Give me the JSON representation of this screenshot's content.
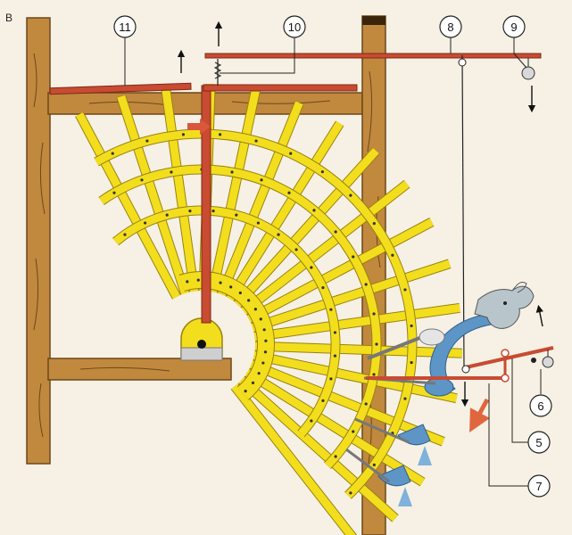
{
  "figure": {
    "panel_letter": "B",
    "callouts": [
      "11",
      "10",
      "8",
      "9",
      "6",
      "5",
      "7"
    ]
  },
  "colors": {
    "background": "#f6f1e4",
    "wood": "#c0893e",
    "wood_dark": "#6e4719",
    "wheel_yellow": "#f3de1d",
    "wheel_outline": "#9a8210",
    "rod_red": "#c84b32",
    "water_blue": "#5c95c6",
    "arrow_orange": "#e0663e",
    "line": "#222222"
  }
}
